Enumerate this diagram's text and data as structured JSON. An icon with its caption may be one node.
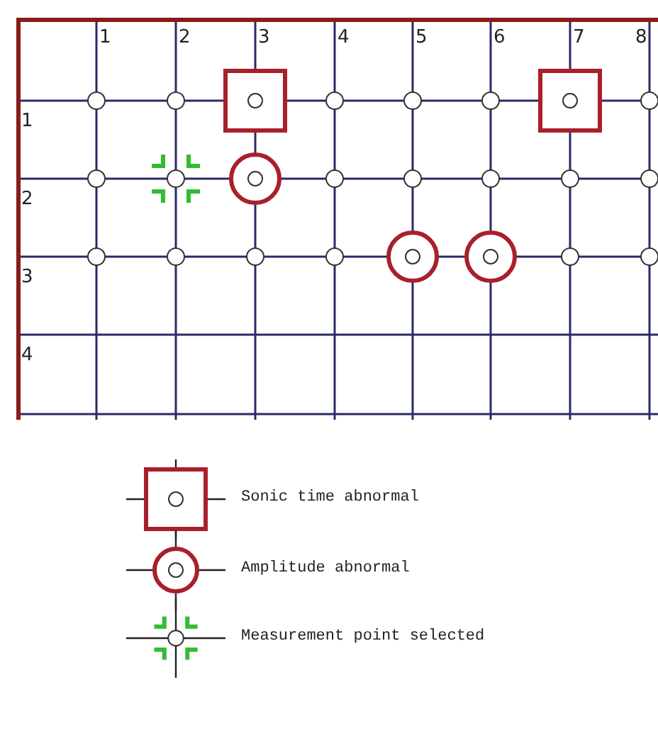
{
  "diagram": {
    "labels": [
      "1",
      "2",
      "3",
      "4",
      "5",
      "6",
      "7",
      "8",
      "1",
      "2",
      "3",
      "4"
    ],
    "legend": [
      {
        "text": "Sonic time abnormal"
      },
      {
        "text": "Amplitude abnormal"
      },
      {
        "text": "Measurement point selected"
      }
    ]
  }
}
